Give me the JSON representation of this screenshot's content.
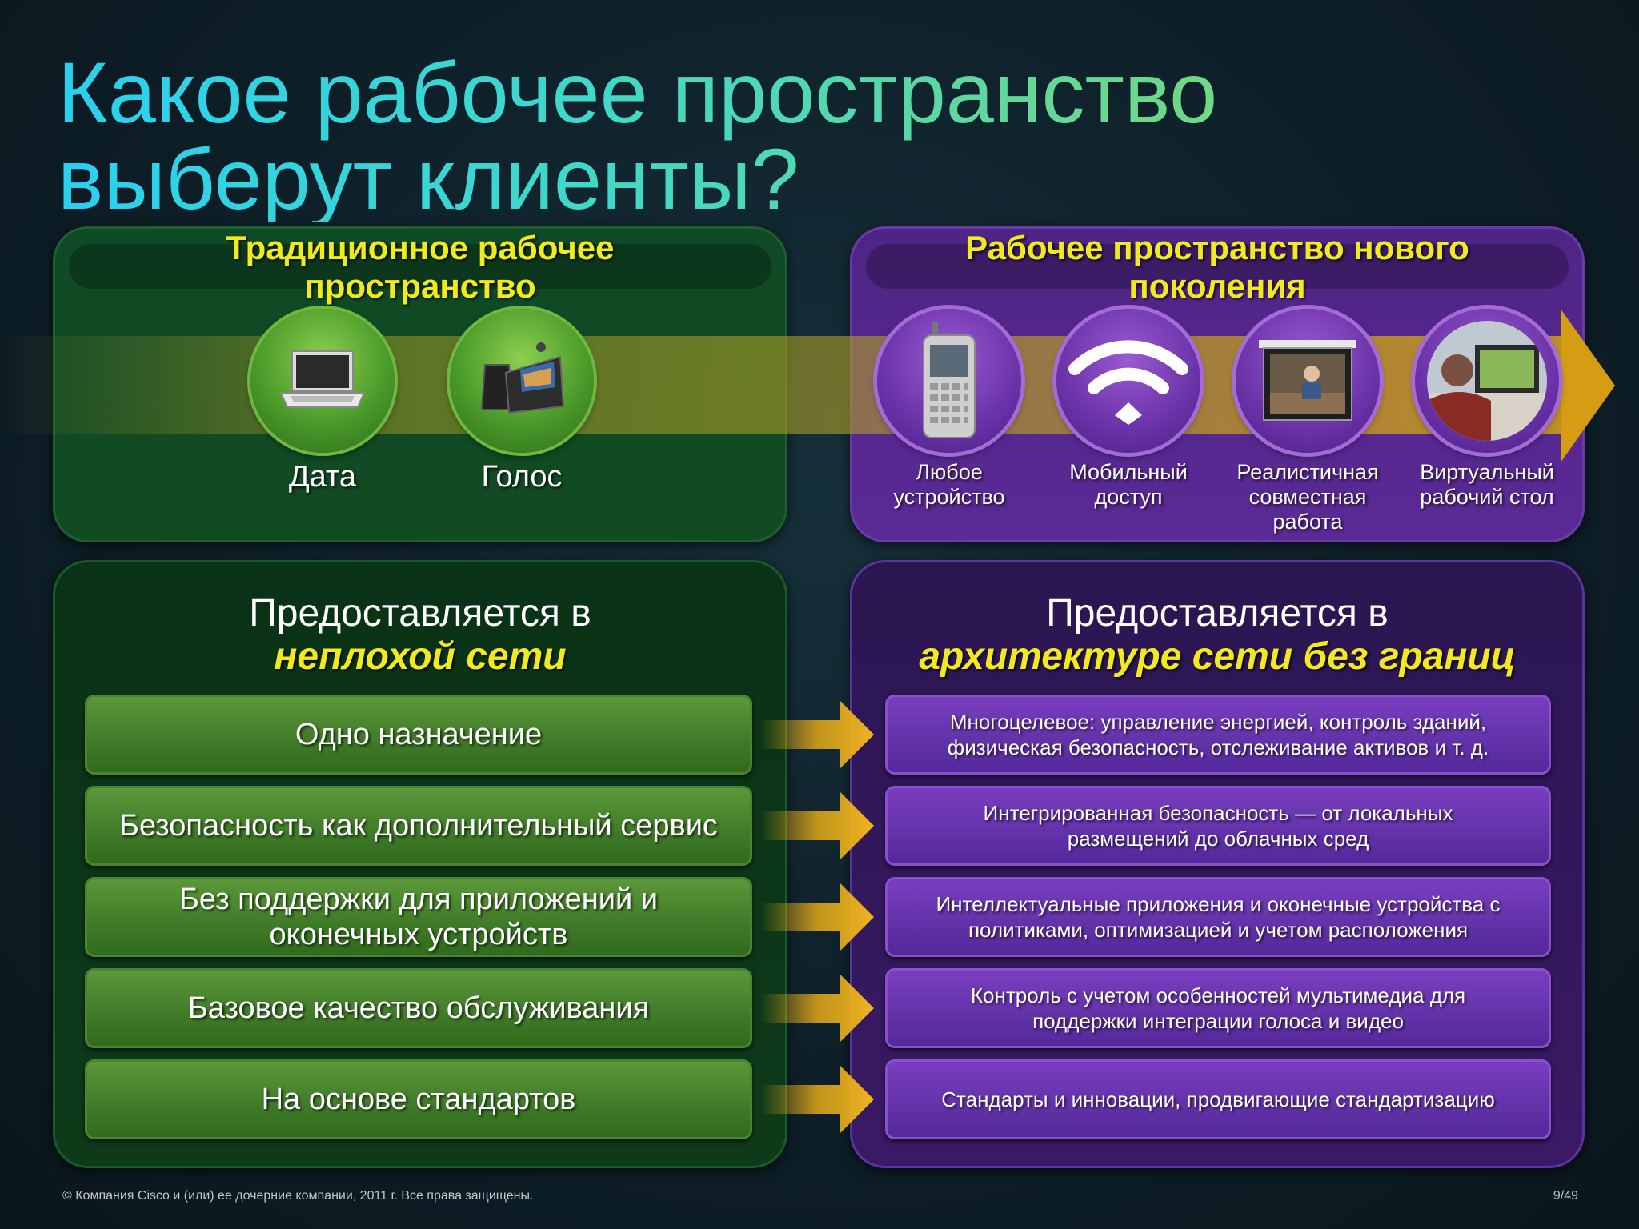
{
  "slide": {
    "title_line1": "Какое рабочее пространство",
    "title_line2": "выберут клиенты?",
    "footer": "© Компания Cisco и (или) ее дочерние компании, 2011 г. Все права защищены.",
    "page": "9/49"
  },
  "traditional": {
    "heading_line1": "Традиционное рабочее",
    "heading_line2": "пространство",
    "items": [
      {
        "label": "Дата",
        "icon": "laptop-icon"
      },
      {
        "label": "Голос",
        "icon": "ip-phone-icon"
      }
    ],
    "bottom_heading": "Предоставляется в",
    "bottom_heading_em": "неплохой сети",
    "rows": [
      "Одно назначение",
      "Безопасность как дополнительный сервис",
      "Без поддержки для приложений и оконечных устройств",
      "Базовое качество обслуживания",
      "На основе стандартов"
    ]
  },
  "next_gen": {
    "heading_line1": "Рабочее пространство нового",
    "heading_line2": "поколения",
    "items": [
      {
        "label_line1": "Любое",
        "label_line2": "устройство",
        "label_line3": "",
        "icon": "smartphone-icon"
      },
      {
        "label_line1": "Мобильный",
        "label_line2": "доступ",
        "label_line3": "",
        "icon": "wifi-icon"
      },
      {
        "label_line1": "Реалистичная",
        "label_line2": "совместная",
        "label_line3": "работа",
        "icon": "telepresence-icon"
      },
      {
        "label_line1": "Виртуальный",
        "label_line2": "рабочий стол",
        "label_line3": "",
        "icon": "desktop-user-icon"
      }
    ],
    "bottom_heading": "Предоставляется в",
    "bottom_heading_em": "архитектуре сети без границ",
    "rows": [
      "Многоцелевое: управление энергией, контроль зданий, физическая безопасность, отслеживание активов и т. д.",
      "Интегрированная безопасность — от локальных размещений до облачных сред",
      "Интеллектуальные приложения и оконечные устройства с политиками, оптимизацией и учетом расположения",
      "Контроль с учетом особенностей мультимедиа для поддержки интеграции голоса и видео",
      "Стандарты и инновации, продвигающие стандартизацию"
    ]
  },
  "colors": {
    "heading_yellow": "#f2ea1e",
    "green_panel": "#124a22",
    "purple_panel": "#5a2a95",
    "arrow_gold": "#e0a818"
  }
}
